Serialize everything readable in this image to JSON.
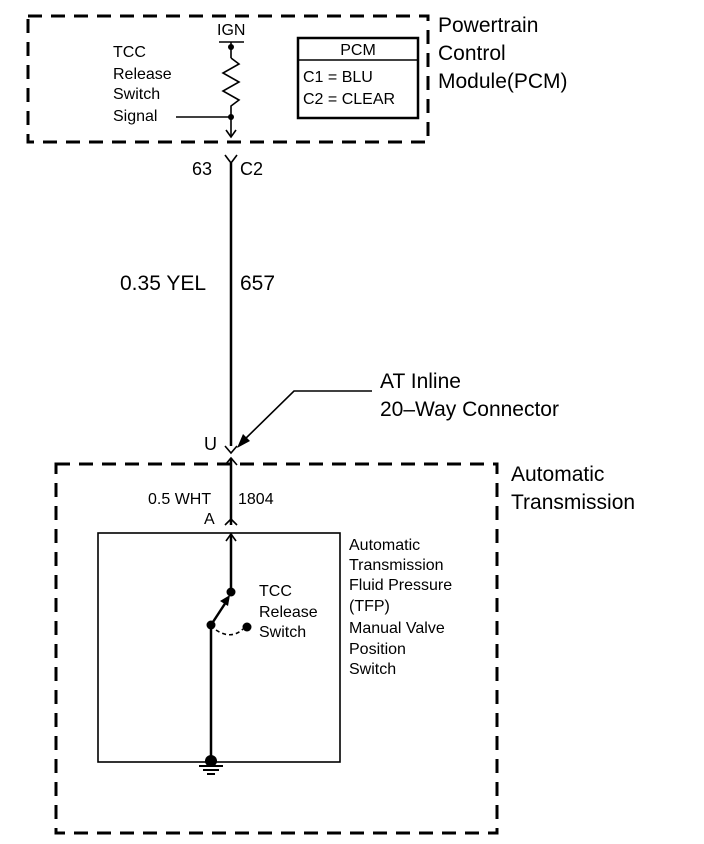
{
  "pcm": {
    "title_line1": "Powertrain",
    "title_line2": "Control",
    "title_line3": "Module(PCM)",
    "ign_label": "IGN",
    "signal_line1": "TCC",
    "signal_line2": "Release",
    "signal_line3": "Switch",
    "signal_line4": "Signal",
    "table_header": "PCM",
    "table_row1": "C1 = BLU",
    "table_row2": "C2 = CLEAR"
  },
  "pcm_connector": {
    "pin": "63",
    "connector": "C2"
  },
  "wire1": {
    "size_color": "0.35 YEL",
    "circuit": "657"
  },
  "inline_connector": {
    "label_line1": "AT Inline",
    "label_line2": "20–Way Connector",
    "pin": "U"
  },
  "wire2": {
    "size_color": "0.5 WHT",
    "circuit": "1804",
    "pin": "A"
  },
  "transmission": {
    "title_line1": "Automatic",
    "title_line2": "Transmission"
  },
  "tfp": {
    "line1": "Automatic",
    "line2": "Transmission",
    "line3": "Fluid Pressure",
    "line4": "(TFP)",
    "line5": "Manual Valve",
    "line6": "Position",
    "line7": "Switch"
  },
  "tcc_switch": {
    "line1": "TCC",
    "line2": "Release",
    "line3": "Switch"
  }
}
